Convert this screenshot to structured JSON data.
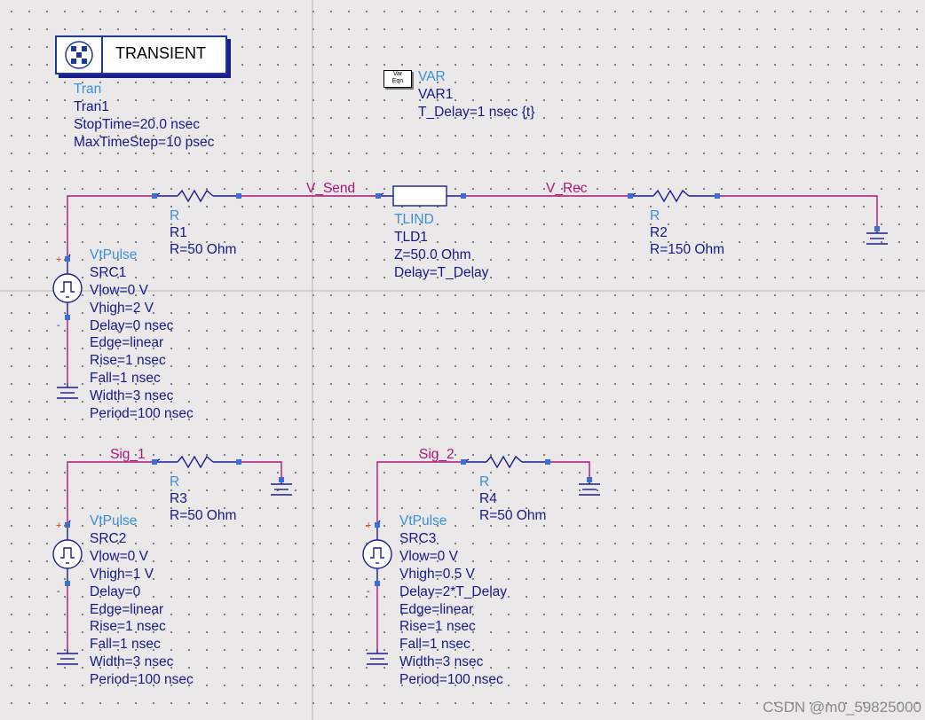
{
  "simulation": {
    "title": "TRANSIENT",
    "lines": [
      "Tran",
      "Tran1",
      "StopTime=20.0 nsec",
      "MaxTimeStep=10 psec"
    ]
  },
  "var_block": {
    "icon_text": [
      "Var",
      "Eqn"
    ],
    "lines": [
      "VAR",
      "VAR1",
      "T_Delay=1 nsec {t}"
    ]
  },
  "wires": {
    "v_send": "V_Send",
    "v_rec": "V_Rec",
    "sig_1": "Sig_1",
    "sig_2": "Sig_2"
  },
  "resistors": {
    "r1": [
      "R",
      "R1",
      "R=50 Ohm"
    ],
    "r2": [
      "R",
      "R2",
      "R=150 Ohm"
    ],
    "r3": [
      "R",
      "R3",
      "R=50 Ohm"
    ],
    "r4": [
      "R",
      "R4",
      "R=50 Ohm"
    ]
  },
  "tline": [
    "TLIND",
    "TLD1",
    "Z=50.0 Ohm",
    "Delay=T_Delay"
  ],
  "sources": {
    "src1": [
      "VtPulse",
      "SRC1",
      "Vlow=0 V",
      "Vhigh=2 V",
      "Delay=0 nsec",
      "Edge=linear",
      "Rise=1 nsec",
      "Fall=1 nsec",
      "Width=3 nsec",
      "Period=100 nsec"
    ],
    "src2": [
      "VtPulse",
      "SRC2",
      "Vlow=0 V",
      "Vhigh=1 V",
      "Delay=0",
      "Edge=linear",
      "Rise=1 nsec",
      "Fall=1 nsec",
      "Width=3 nsec",
      "Period=100 nsec"
    ],
    "src3": [
      "VtPulse",
      "SRC3",
      "Vlow=0 V",
      "Vhigh=0.5 V",
      "Delay=2*T_Delay",
      "Edge=linear",
      "Rise=1 nsec",
      "Fall=1 nsec",
      "Width=3 nsec",
      "Period=100 nsec"
    ]
  },
  "polarity": {
    "plus": "+",
    "minus": "-"
  },
  "watermark": "CSDN @m0_59825000",
  "colors": {
    "wire": "#b0147a",
    "component": "#1c1c8c",
    "pin": "#3a6fd8",
    "type_label": "#3a8fd8",
    "param_label": "#16188a",
    "plus": "#e03000"
  }
}
